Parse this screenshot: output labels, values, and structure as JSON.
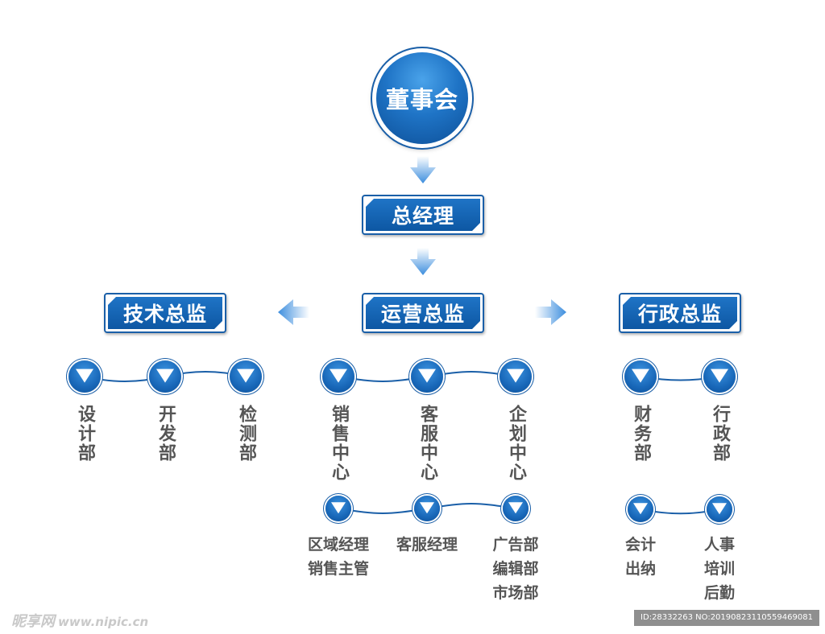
{
  "org": {
    "board": "董事会",
    "gm": "总经理",
    "directors": [
      {
        "title": "技术总监",
        "departments": [
          "设计部",
          "开发部",
          "检测部"
        ]
      },
      {
        "title": "运营总监",
        "departments": [
          "销售中心",
          "客服中心",
          "企划中心"
        ],
        "roles": [
          [
            "区域经理",
            "销售主管"
          ],
          [
            "客服经理"
          ],
          [
            "广告部",
            "编辑部",
            "市场部"
          ]
        ]
      },
      {
        "title": "行政总监",
        "departments": [
          "财务部",
          "行政部"
        ],
        "roles": [
          [
            "会计",
            "出纳"
          ],
          [
            "人事",
            "培训",
            "后勤"
          ]
        ]
      }
    ]
  },
  "colors": {
    "primary": "#1f74c6",
    "border": "#1a5fa8",
    "text": "#555555"
  },
  "footer": {
    "watermark": "昵享网",
    "watermark_url": "www.nipic.cn",
    "image_id": "ID:28332263 NO:20190823110559469081"
  }
}
